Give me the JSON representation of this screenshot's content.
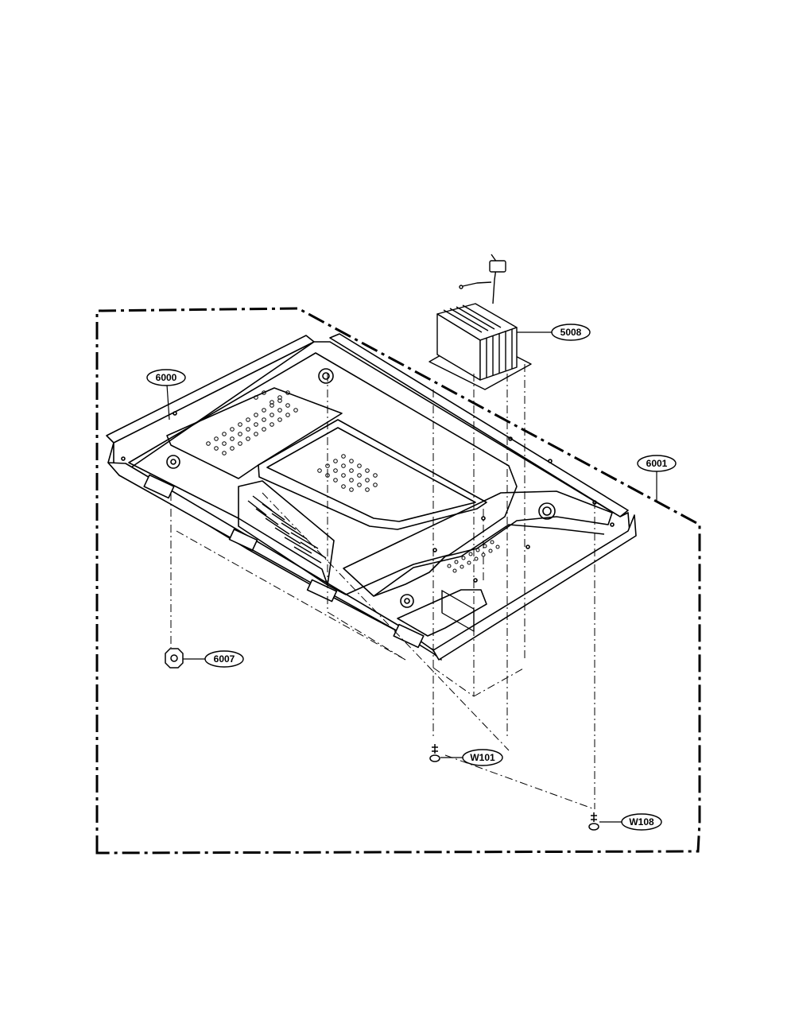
{
  "diagram": {
    "callouts": {
      "c6000": "6000",
      "c5008": "5008",
      "c6001": "6001",
      "c6007": "6007",
      "cW101": "W101",
      "cW108": "W108"
    }
  }
}
